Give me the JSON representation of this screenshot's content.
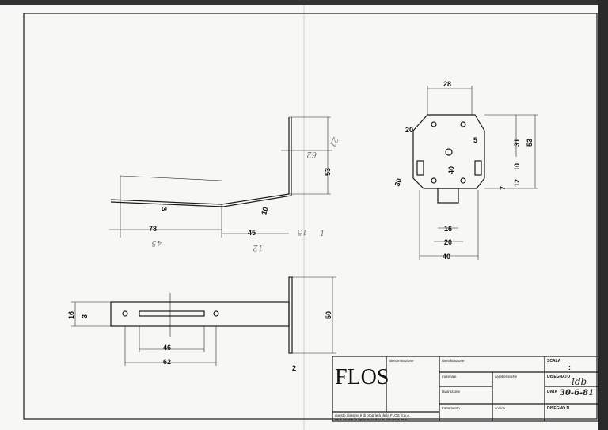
{
  "drawing": {
    "side_view_dims": {
      "top_width": "28",
      "height_right": "53",
      "d31": "31",
      "d20": "20",
      "d5": "5",
      "d40_hole": "40",
      "d10": "10",
      "d12": "12",
      "d7": "7",
      "angle": "30",
      "d16": "16",
      "d20b": "20",
      "d40": "40"
    },
    "profile_view_dims": {
      "d53": "53",
      "d78": "78",
      "d45": "45",
      "d3": "3",
      "d10": "10",
      "hand_45": "45",
      "hand_12": "12",
      "hand_62": "62",
      "hand_21": "21",
      "hand_15": "15",
      "hand_1": "1"
    },
    "top_view_dims": {
      "d16": "16",
      "d3": "3",
      "d46": "46",
      "d62": "62",
      "d50": "50",
      "d2": "2"
    }
  },
  "title_block": {
    "logo": "FLOS",
    "denominazione": "denominazione",
    "identificazione": "identificazione",
    "scala_label": "SCALA",
    "scala_value": ":",
    "materiale": "materiale",
    "caratteristiche": "caratteristiche",
    "disegnato_label": "DISEGNATO",
    "disegnato_signature": "ldb",
    "lavorazione": "lavorazione",
    "data_label": "DATA",
    "data_value": "30-6-81",
    "trattamento": "trattamento",
    "codice": "codice",
    "disegno_n_label": "DISEGNO N.",
    "notice_line1": "questo disegno è di proprietà della FLOS S.p.A.",
    "notice_line2": "ne è vietata la riproduzione o la visione a terzi"
  }
}
